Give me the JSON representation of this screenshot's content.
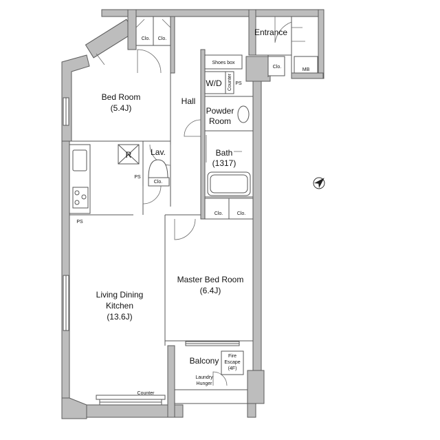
{
  "rooms": {
    "bed_room": {
      "name": "Bed Room",
      "size": "(5.4J)"
    },
    "hall": "Hall",
    "entrance": "Entrance",
    "wd": "W/D",
    "powder_room": {
      "line1": "Powder",
      "line2": "Room"
    },
    "bath": {
      "name": "Bath",
      "size": "(1317)"
    },
    "lav": "Lav.",
    "ldk": {
      "line1": "Living Dining",
      "line2": "Kitchen",
      "size": "(13.6J)"
    },
    "master_bed_room": {
      "name": "Master Bed Room",
      "size": "(6.4J)"
    },
    "balcony": "Balcony"
  },
  "fixtures": {
    "clo": "Clo.",
    "shoes_box": "Shoes box",
    "counter_vertical": "Counter",
    "counter": "Counter",
    "ps": "PS",
    "mb": "MB",
    "r": "R",
    "fire_escape": {
      "line1": "Fire",
      "line2": "Escape",
      "line3": "(4F)"
    },
    "laundry_hunger": {
      "line1": "Laundry",
      "line2": "Hunger"
    }
  },
  "colors": {
    "wall": "#bdbdbd",
    "line": "#555555"
  },
  "icons": {
    "north": "north-arrow-icon"
  }
}
